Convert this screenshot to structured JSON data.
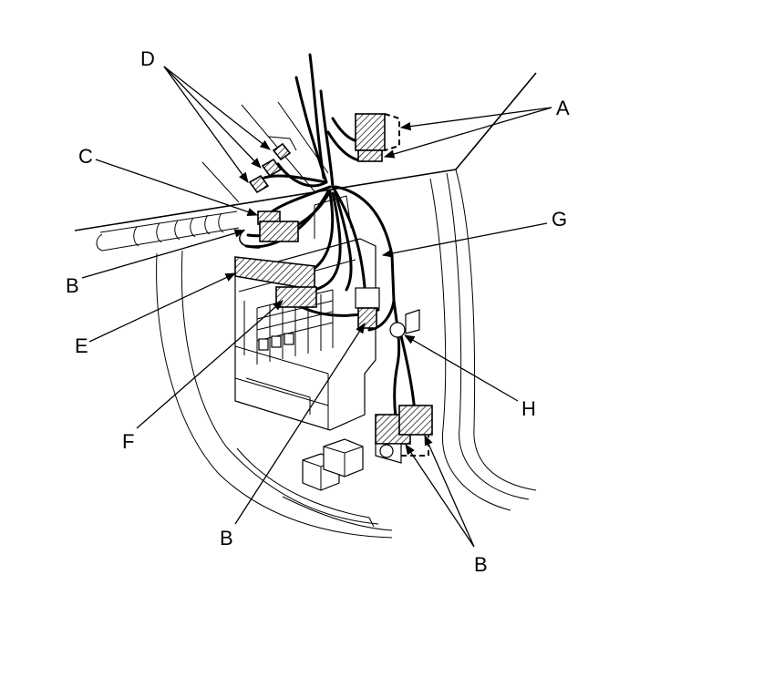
{
  "labels": {
    "A": "A",
    "B": "B",
    "C": "C",
    "D": "D",
    "E": "E",
    "F": "F",
    "G": "G",
    "H": "H"
  },
  "colors": {
    "line": "#000000",
    "background": "#ffffff"
  }
}
